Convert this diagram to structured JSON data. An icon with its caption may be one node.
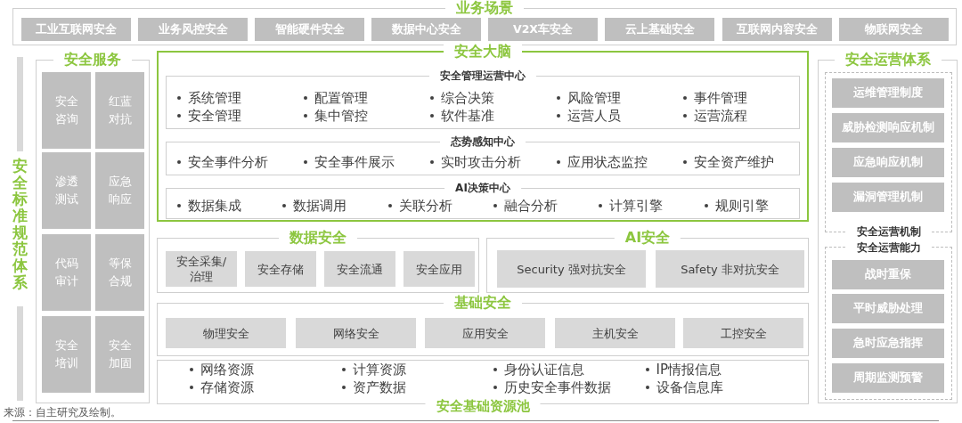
{
  "diagram": {
    "nodes": [
      {
        "text": [
          "业务场景"
        ]
      },
      {
        "text": [
          "工业互联网安全"
        ],
        "in": 0
      },
      {
        "text": [
          "业务风控安全"
        ],
        "in": 0
      },
      {
        "text": [
          "智能硬件安全"
        ],
        "in": 0
      },
      {
        "text": [
          "数据中心安全"
        ],
        "in": 0
      },
      {
        "text": [
          "V2X车安全"
        ],
        "in": 0
      },
      {
        "text": [
          "云上基础安全"
        ],
        "in": 0
      },
      {
        "text": [
          "互联网内容安全"
        ],
        "in": 0
      },
      {
        "text": [
          "物联网安全"
        ],
        "in": 0
      },
      {
        "text": [
          "安全服务"
        ]
      },
      {
        "text": [
          "安全咨询"
        ],
        "in": 9
      },
      {
        "text": [
          "红蓝对抗"
        ],
        "in": 9
      },
      {
        "text": [
          "渗透测试"
        ],
        "in": 9
      },
      {
        "text": [
          "应急响应"
        ],
        "in": 9
      },
      {
        "text": [
          "代码审计"
        ],
        "in": 9
      },
      {
        "text": [
          "等保合规"
        ],
        "in": 9
      },
      {
        "text": [
          "安全培训"
        ],
        "in": 9
      },
      {
        "text": [
          "安全加固"
        ],
        "in": 9
      },
      {
        "text": [
          "安全大脑"
        ]
      },
      {
        "text": [
          "安全管理运营中心",
          "系统管理",
          "配置管理",
          "综合决策",
          "风险管理",
          "事件管理",
          "安全管理",
          "集中管控",
          "软件基准",
          "运营人员",
          "运营流程"
        ],
        "in": 18
      },
      {
        "text": [
          "态势感知中心",
          "安全事件分析",
          "安全事件展示",
          "实时攻击分析",
          "应用状态监控",
          "安全资产维护"
        ],
        "in": 18
      },
      {
        "text": [
          "AI决策中心",
          "数据集成",
          "数据调用",
          "关联分析",
          "融合分析",
          "计算引擎",
          "规则引擎"
        ],
        "in": 18
      },
      {
        "text": [
          "数据安全"
        ]
      },
      {
        "text": [
          "安全采集/治理"
        ],
        "in": 22
      },
      {
        "text": [
          "安全存储"
        ],
        "in": 22
      },
      {
        "text": [
          "安全流通"
        ],
        "in": 22
      },
      {
        "text": [
          "安全应用"
        ],
        "in": 22
      },
      {
        "text": [
          "AI安全"
        ]
      },
      {
        "text": [
          "Security 强对抗安全"
        ],
        "in": 27
      },
      {
        "text": [
          "Safety 非对抗安全"
        ],
        "in": 27
      },
      {
        "text": [
          "基础安全"
        ]
      },
      {
        "text": [
          "物理安全"
        ],
        "in": 30
      },
      {
        "text": [
          "网络安全"
        ],
        "in": 30
      },
      {
        "text": [
          "应用安全"
        ],
        "in": 30
      },
      {
        "text": [
          "主机安全"
        ],
        "in": 30
      },
      {
        "text": [
          "工控安全"
        ],
        "in": 30
      },
      {
        "text": [
          "安全基础资源池",
          "网络资源",
          "计算资源",
          "身份认证信息",
          "IP情报信息",
          "存储资源",
          "资产数据",
          "历史安全事件数据",
          "设备信息库"
        ]
      },
      {
        "text": [
          "安全运营体系"
        ]
      },
      {
        "text": [
          "安全运营机制"
        ],
        "in": 37
      },
      {
        "text": [
          "运维管理制度"
        ],
        "in": 38
      },
      {
        "text": [
          "威胁检测响应机制"
        ],
        "in": 38
      },
      {
        "text": [
          "应急响应机制"
        ],
        "in": 38
      },
      {
        "text": [
          "漏洞管理机制"
        ],
        "in": 38
      },
      {
        "text": [
          "安全运营能力"
        ],
        "in": 37
      },
      {
        "text": [
          "战时重保"
        ],
        "in": 43
      },
      {
        "text": [
          "平时威胁处理"
        ],
        "in": 43
      },
      {
        "text": [
          "急时应急指挥"
        ],
        "in": 43
      },
      {
        "text": [
          "周期监测预警"
        ],
        "in": 43
      }
    ],
    "edges": [],
    "labels": [
      "安全标准规范体系",
      "来源：自主研究及绘制。"
    ]
  }
}
